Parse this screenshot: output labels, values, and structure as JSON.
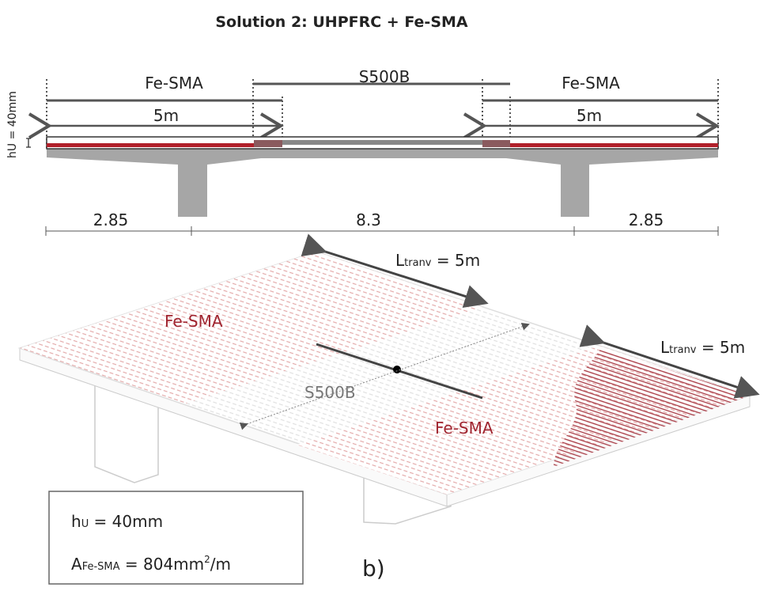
{
  "title": "Solution 2: UHPFRC + Fe-SMA",
  "section": {
    "left_zone": "Fe-SMA",
    "middle_zone": "S500B",
    "right_zone": "Fe-SMA",
    "left_length": "5m",
    "right_length": "5m",
    "thickness_label": "hU = 40mm",
    "dims": [
      "2.85",
      "8.3",
      "2.85"
    ]
  },
  "iso": {
    "ltranv_top": {
      "main": "L",
      "sub": "tranv",
      "rest": " = 5m"
    },
    "ltranv_right": {
      "main": "L",
      "sub": "tranv",
      "rest": " = 5m"
    },
    "label_fesma_left": "Fe-SMA",
    "label_s500b": "S500B",
    "label_fesma_right": "Fe-SMA"
  },
  "legend": {
    "hu": {
      "main": "h",
      "sub": "U",
      "rest": " = 40mm"
    },
    "area": {
      "main": "A",
      "sub": "Fe-SMA",
      "rest": " = 804mm",
      "sup": "2",
      "tail": "/m"
    }
  },
  "panel_label": "b)",
  "colors": {
    "fesma": "#b0202a",
    "concrete": "#a6a6a6",
    "dim": "#555555"
  }
}
